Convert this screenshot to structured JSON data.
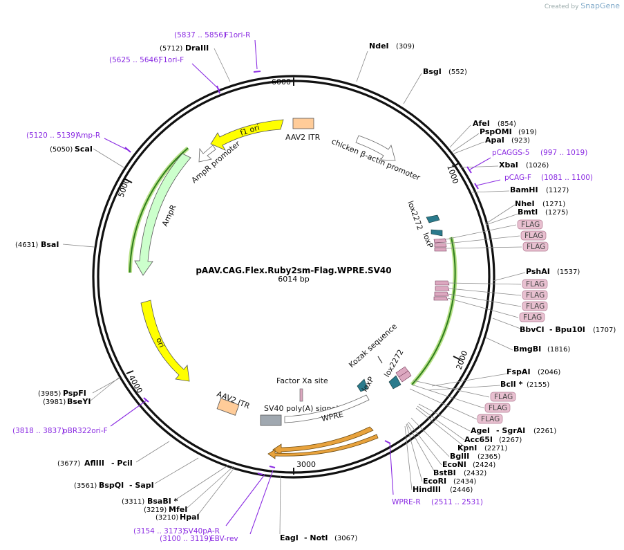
{
  "branding": {
    "created_by": "Created by",
    "app": "SnapGene"
  },
  "plasmid": {
    "name": "pAAV.CAG.Flex.Ruby2sm-Flag.WPRE.SV40",
    "length": "6014 bp"
  },
  "ticks": [
    "6000",
    "1000",
    "2000",
    "3000",
    "4000",
    "5000"
  ],
  "sites": [
    {
      "name": "NdeI",
      "pos": "(309)"
    },
    {
      "name": "BsgI",
      "pos": "(552)"
    },
    {
      "name": "AfeI",
      "pos": "(854)"
    },
    {
      "name": "PspOMI",
      "pos": "(919)"
    },
    {
      "name": "ApaI",
      "pos": "(923)"
    },
    {
      "name": "XbaI",
      "pos": "(1026)"
    },
    {
      "name": "BamHI",
      "pos": "(1127)"
    },
    {
      "name": "NheI",
      "pos": "(1271)"
    },
    {
      "name": "BmtI",
      "pos": "(1275)"
    },
    {
      "name": "PshAI",
      "pos": "(1537)"
    },
    {
      "name": "BbvCI",
      "name2": "Bpu10I",
      "pos": "(1707)"
    },
    {
      "name": "BmgBI",
      "pos": "(1816)"
    },
    {
      "name": "FspAI",
      "pos": "(2046)"
    },
    {
      "name": "BclI *",
      "pos": "(2155)"
    },
    {
      "name": "AgeI",
      "name2": "SgrAI",
      "pos": "(2261)"
    },
    {
      "name": "Acc65I",
      "pos": "(2267)"
    },
    {
      "name": "KpnI",
      "pos": "(2271)"
    },
    {
      "name": "BglII",
      "pos": "(2365)"
    },
    {
      "name": "EcoNI",
      "pos": "(2424)"
    },
    {
      "name": "BstBI",
      "pos": "(2432)"
    },
    {
      "name": "EcoRI",
      "pos": "(2434)"
    },
    {
      "name": "HindIII",
      "pos": "(2446)"
    },
    {
      "name": "EagI",
      "name2": "NotI",
      "pos": "(3067)"
    },
    {
      "name": "HpaI",
      "pos": "(3210)"
    },
    {
      "name": "MfeI",
      "pos": "(3219)"
    },
    {
      "name": "BsaBI *",
      "pos": "(3311)"
    },
    {
      "name": "BspQI",
      "name2": "SapI",
      "pos": "(3561)"
    },
    {
      "name": "AflIII",
      "name2": "PciI",
      "pos": "(3677)"
    },
    {
      "name": "BseYI",
      "pos": "(3981)"
    },
    {
      "name": "PspFI",
      "pos": "(3985)"
    },
    {
      "name": "BsaI",
      "pos": "(4631)"
    },
    {
      "name": "ScaI",
      "pos": "(5050)"
    },
    {
      "name": "DraIII",
      "pos": "(5712)"
    }
  ],
  "primers": [
    {
      "name": "F1ori-R",
      "range": "(5837 .. 5856)"
    },
    {
      "name": "F1ori-F",
      "range": "(5625 .. 5646)"
    },
    {
      "name": "Amp-R",
      "range": "(5120 .. 5139)"
    },
    {
      "name": "pCAGGS-5",
      "range": "(997 .. 1019)"
    },
    {
      "name": "pCAG-F",
      "range": "(1081 .. 1100)"
    },
    {
      "name": "pBR322ori-F",
      "range": "(3818 .. 3837)"
    },
    {
      "name": "WPRE-R",
      "range": "(2511 .. 2531)"
    },
    {
      "name": "SV40pA-R",
      "range": "(3154 .. 3173)"
    },
    {
      "name": "EBV-rev",
      "range": "(3100 .. 3119)"
    }
  ],
  "features": {
    "f1_ori": "f1 ori",
    "aav2_itr_top": "AAV2 ITR",
    "chicken_actin": "chicken β-actin promoter",
    "ampr_promoter": "AmpR promoter",
    "ampr": "AmpR",
    "lox2272_top": "lox2272",
    "loxp_top": "loxP",
    "ori": "ori",
    "kozak": "Kozak sequence",
    "factor_xa": "Factor Xa site",
    "lox2272_bottom": "lox2272",
    "loxp_bottom": "loxP",
    "sv40_polya": "SV40 poly(A) signal",
    "wpre": "WPRE",
    "aav2_itr_bottom": "AAV2 ITR"
  },
  "flag_label": "FLAG",
  "colors": {
    "primer": "#8a2be2",
    "ori": "#ffff00",
    "ampr": "#ccffcc",
    "itr": "#ffcc99",
    "lox": "#2a7a8c",
    "flag": "#dca8c0",
    "polya": "#a0a8b0",
    "orange_feature": "#e8a23c",
    "green_highlight": "#9acd32"
  }
}
